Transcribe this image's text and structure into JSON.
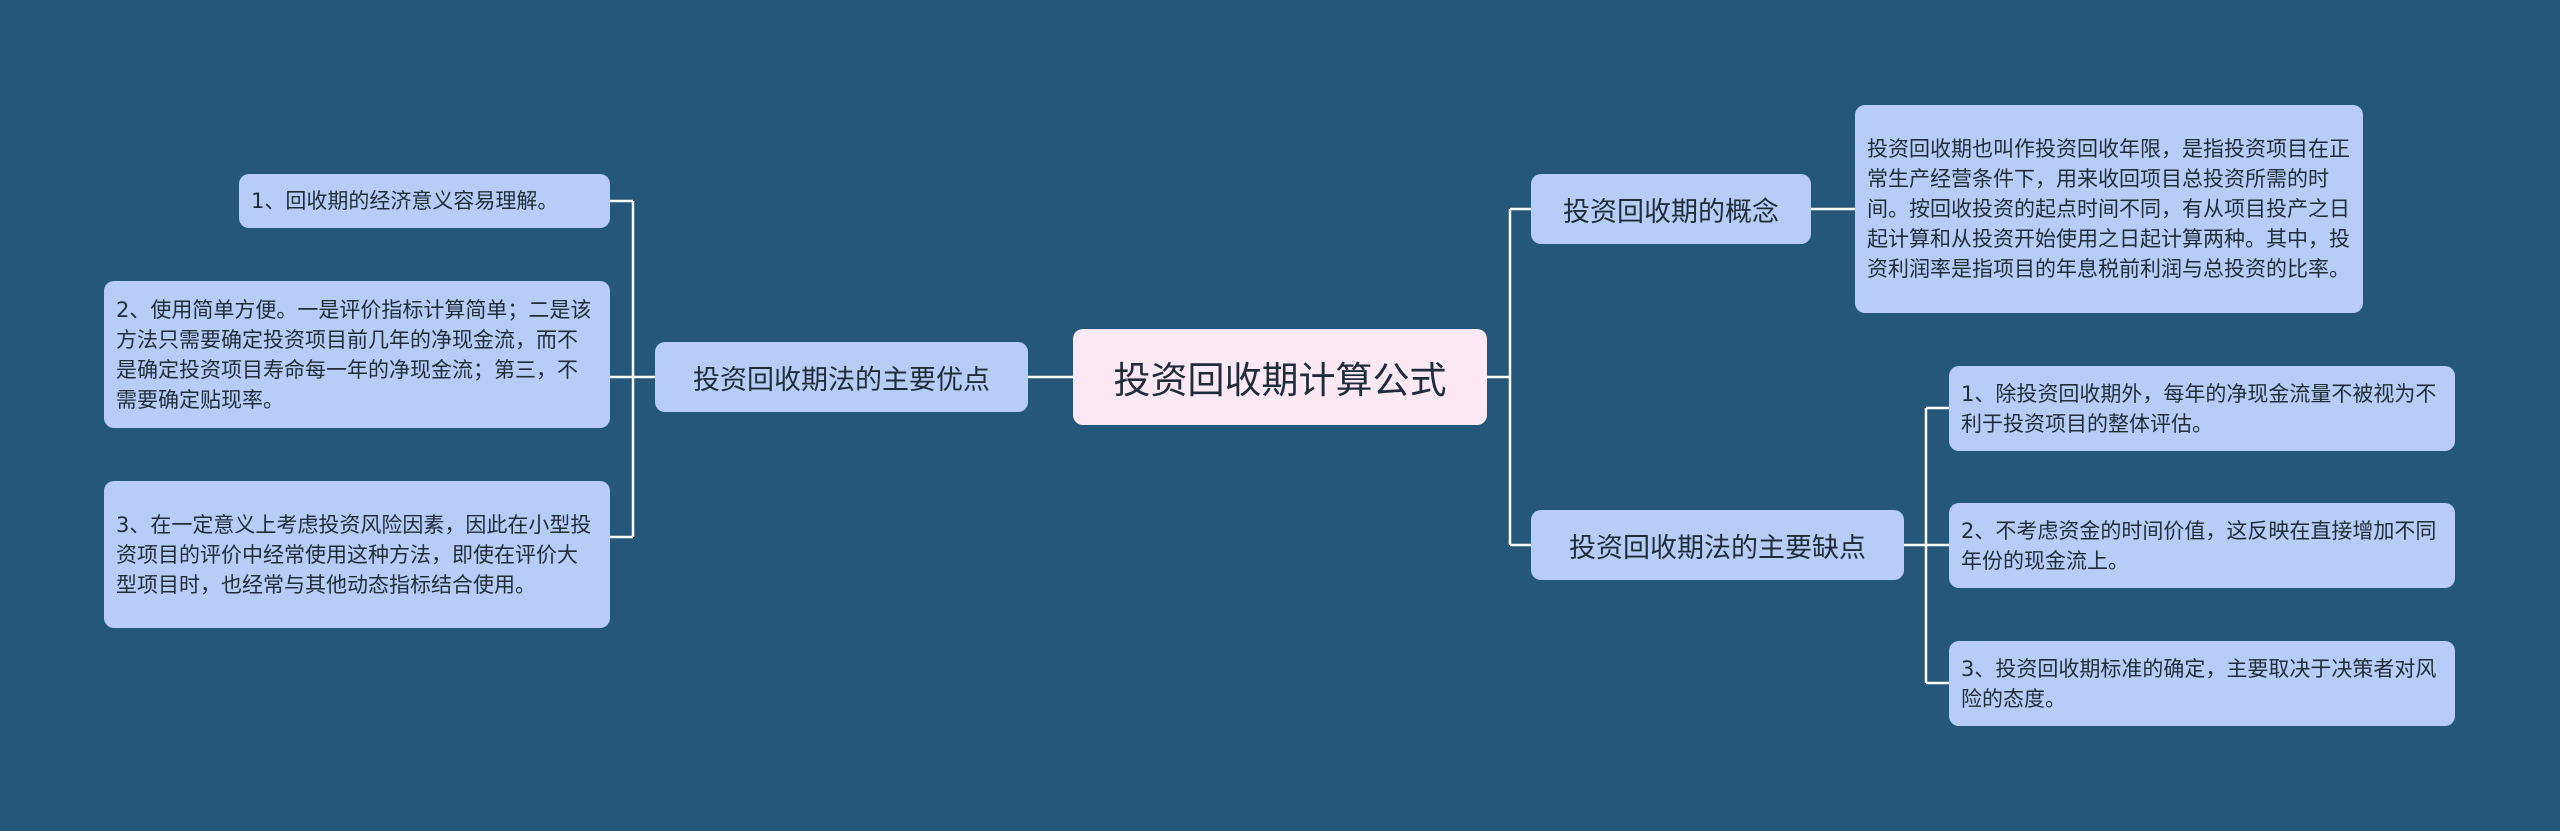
{
  "colors": {
    "background": "#245779",
    "root_fill": "#fde8f5",
    "node_fill": "#b7cdf7",
    "connector": "#ffffff"
  },
  "root": {
    "label": "投资回收期计算公式"
  },
  "left": {
    "branch": {
      "label": "投资回收期法的主要优点"
    },
    "leaves": [
      {
        "text": "1、回收期的经济意义容易理解。"
      },
      {
        "text": "2、使用简单方便。一是评价指标计算简单；二是该方法只需要确定投资项目前几年的净现金流，而不是确定投资项目寿命每一年的净现金流；第三，不需要确定贴现率。"
      },
      {
        "text": "3、在一定意义上考虑投资风险因素，因此在小型投资项目的评价中经常使用这种方法，即使在评价大型项目时，也经常与其他动态指标结合使用。"
      }
    ]
  },
  "right": {
    "concept": {
      "label": "投资回收期的概念",
      "detail": "投资回收期也叫作投资回收年限，是指投资项目在正常生产经营条件下，用来收回项目总投资所需的时间。按回收投资的起点时间不同，有从项目投产之日起计算和从投资开始使用之日起计算两种。其中，投资利润率是指项目的年息税前利润与总投资的比率。"
    },
    "drawbacks": {
      "label": "投资回收期法的主要缺点",
      "leaves": [
        {
          "text": "1、除投资回收期外，每年的净现金流量不被视为不利于投资项目的整体评估。"
        },
        {
          "text": "2、不考虑资金的时间价值，这反映在直接增加不同年份的现金流上。"
        },
        {
          "text": "3、投资回收期标准的确定，主要取决于决策者对风险的态度。"
        }
      ]
    }
  }
}
